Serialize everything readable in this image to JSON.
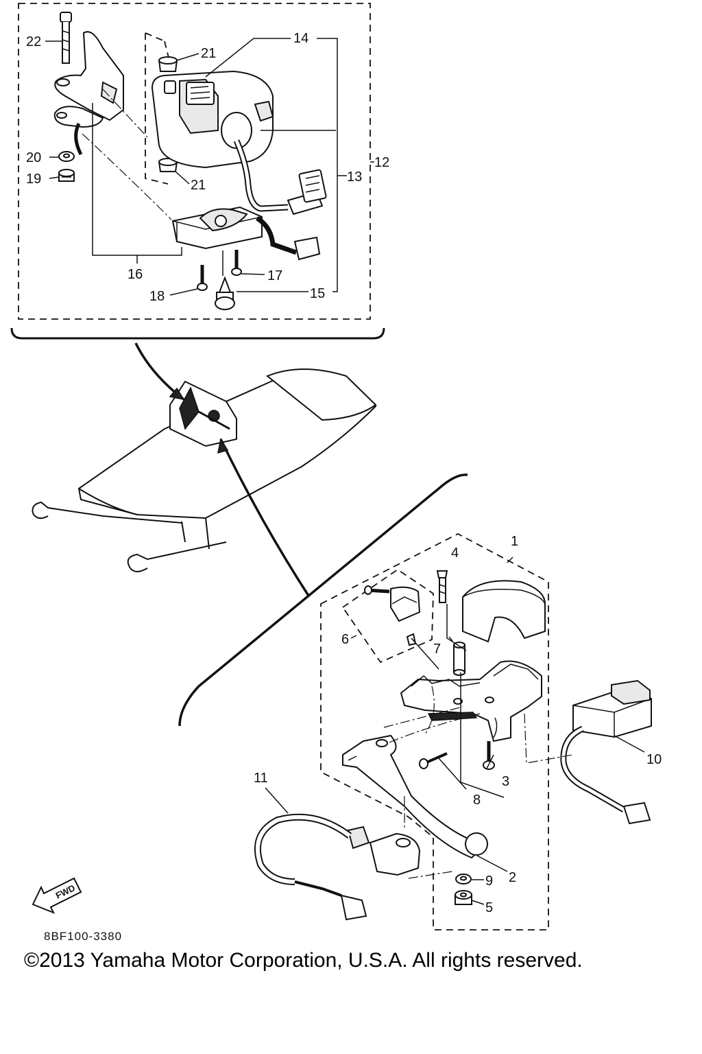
{
  "callouts": [
    {
      "id": "1",
      "text": "1"
    },
    {
      "id": "2",
      "text": "2"
    },
    {
      "id": "3",
      "text": "3"
    },
    {
      "id": "4",
      "text": "4"
    },
    {
      "id": "5",
      "text": "5"
    },
    {
      "id": "6",
      "text": "6"
    },
    {
      "id": "7",
      "text": "7"
    },
    {
      "id": "8",
      "text": "8"
    },
    {
      "id": "9",
      "text": "9"
    },
    {
      "id": "10",
      "text": "10"
    },
    {
      "id": "11",
      "text": "11"
    },
    {
      "id": "12",
      "text": "12"
    },
    {
      "id": "13",
      "text": "13"
    },
    {
      "id": "14",
      "text": "14"
    },
    {
      "id": "15",
      "text": "15"
    },
    {
      "id": "16",
      "text": "16"
    },
    {
      "id": "17",
      "text": "17"
    },
    {
      "id": "18",
      "text": "18"
    },
    {
      "id": "19",
      "text": "19"
    },
    {
      "id": "20",
      "text": "20"
    },
    {
      "id": "21a",
      "text": "21"
    },
    {
      "id": "21b",
      "text": "21"
    },
    {
      "id": "22",
      "text": "22"
    }
  ],
  "fwd_label": "FWD",
  "diagram_code": "8BF100-3380",
  "copyright": "©2013 Yamaha Motor Corporation, U.S.A. All rights reserved."
}
